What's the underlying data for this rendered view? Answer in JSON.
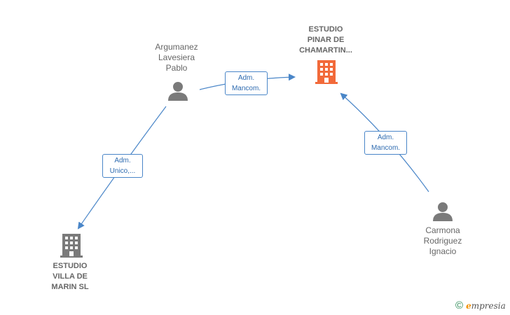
{
  "nodes": {
    "estudio_pinar": {
      "label": "ESTUDIO\nPINAR DE\nCHAMARTIN...",
      "kind": "company",
      "color": "#f26a3a"
    },
    "estudio_villa": {
      "label": "ESTUDIO\nVILLA DE\nMARIN  SL",
      "kind": "company",
      "color": "#7a7a7a"
    },
    "argumanez": {
      "label": "Argumanez\nLavesiera\nPablo",
      "kind": "person",
      "color": "#7a7a7a"
    },
    "carmona": {
      "label": "Carmona\nRodriguez\nIgnacio",
      "kind": "person",
      "color": "#7a7a7a"
    }
  },
  "edges": [
    {
      "id": "argumanez-to-pinar",
      "label": "Adm.\nMancom."
    },
    {
      "id": "argumanez-to-villa",
      "label": "Adm.\nUnico,..."
    },
    {
      "id": "carmona-to-pinar",
      "label": "Adm.\nMancom."
    }
  ],
  "colors": {
    "edge": "#4a86c8",
    "label_text": "#666666"
  },
  "footer": {
    "copyright_symbol": "©",
    "brand_initial": "e",
    "brand_rest": "mpresia"
  }
}
